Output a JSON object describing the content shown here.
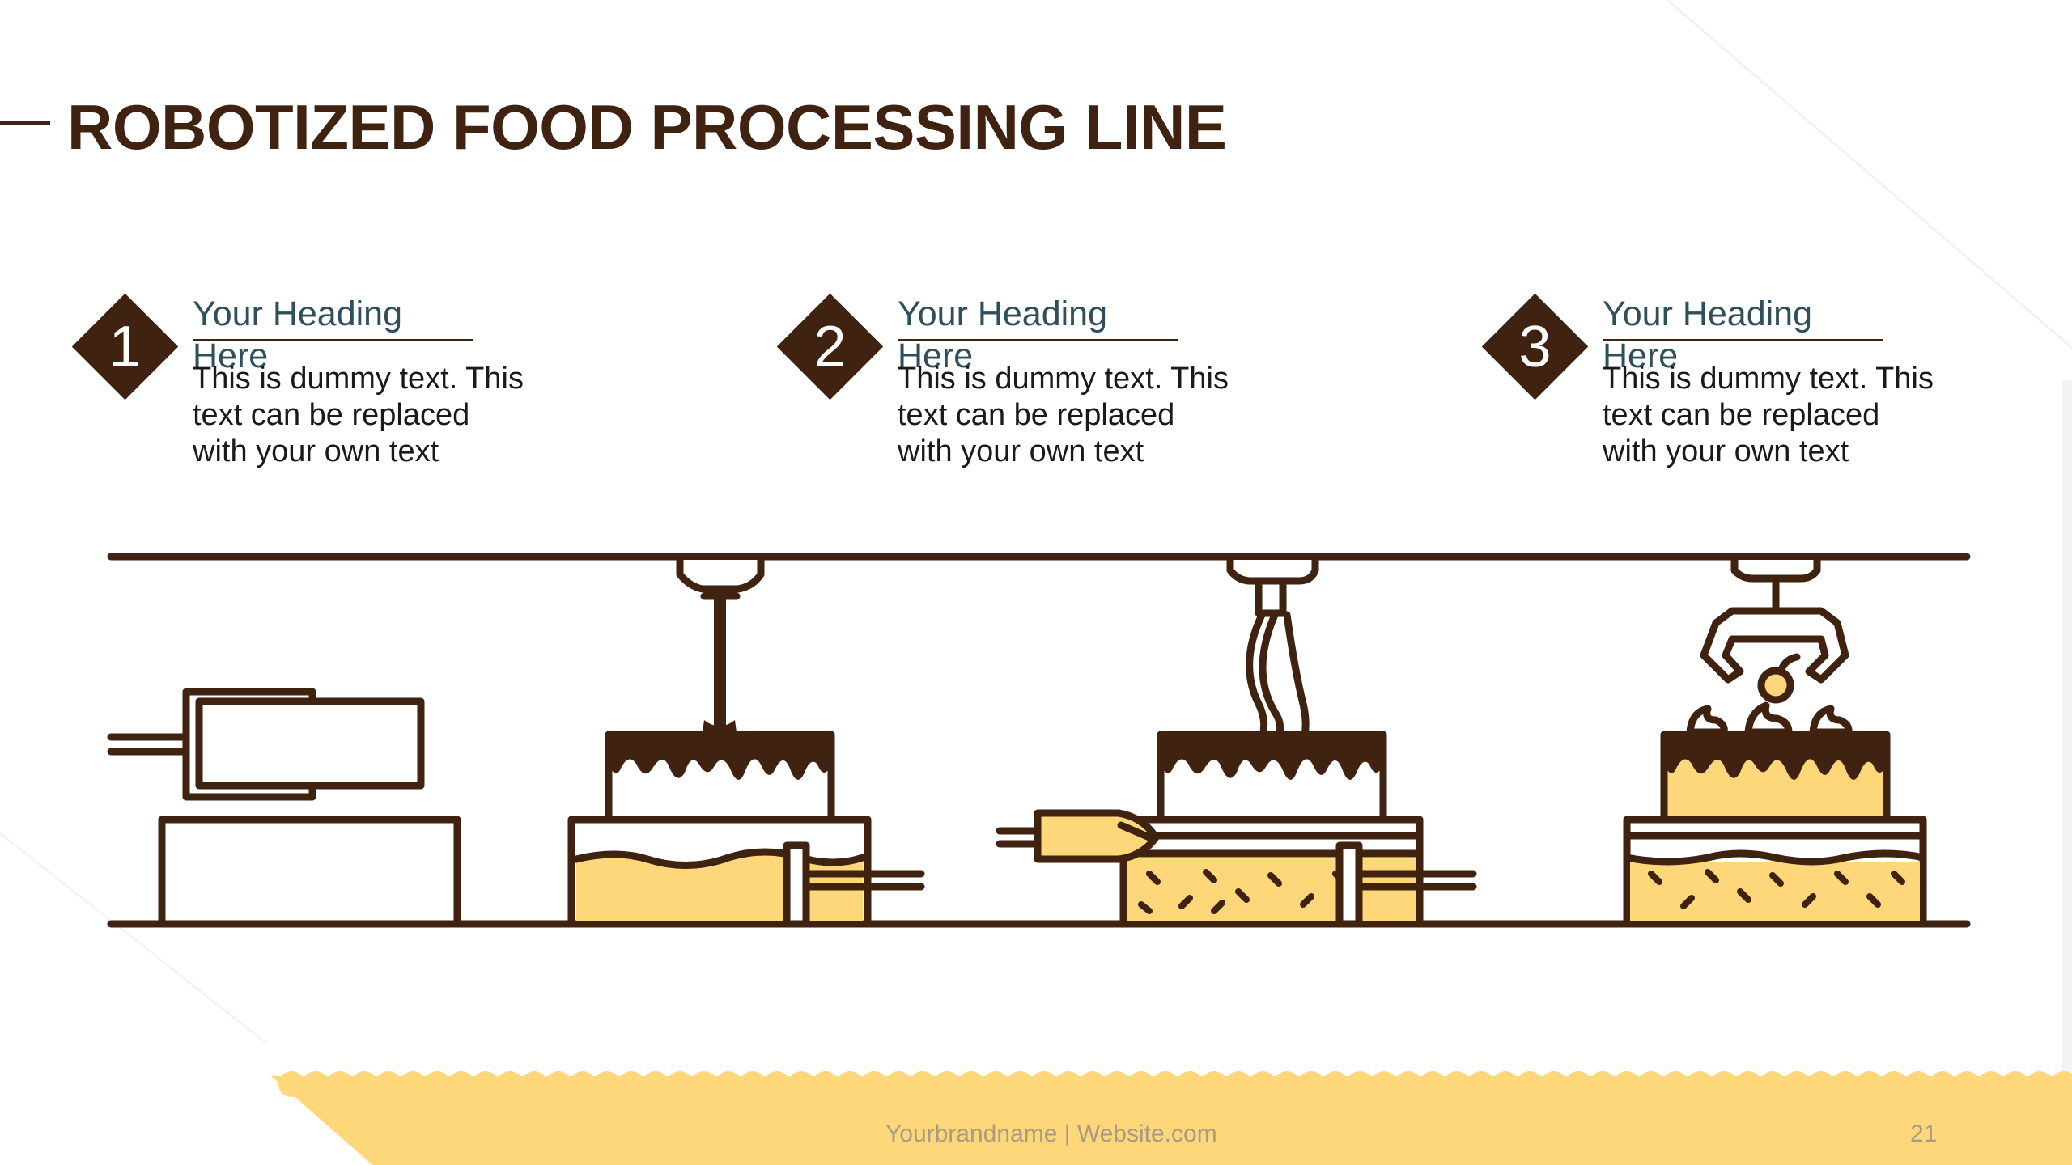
{
  "slide": {
    "title": "ROBOTIZED FOOD PROCESSING LINE",
    "steps": [
      {
        "number": "1",
        "heading": "Your Heading Here",
        "text": "This is dummy text. This text can be replaced with your own text"
      },
      {
        "number": "2",
        "heading": "Your Heading Here",
        "text": "This is dummy text. This text can be replaced with your own text"
      },
      {
        "number": "3",
        "heading": "Your Heading Here",
        "text": "This is dummy text. This text can be replaced with your own text"
      }
    ],
    "footer": {
      "brand": "Yourbrandname | Website.com",
      "page_number": "21"
    }
  },
  "colors": {
    "brown": "#3f220f",
    "yellow": "#fdd77a",
    "heading_teal": "#2f4f5d",
    "footer_text": "#a99a84"
  },
  "icons": [
    "number-diamond",
    "conveyor-line",
    "piston-pusher",
    "chocolate-pour-nozzle",
    "cake-layer",
    "cream-injector",
    "robot-gripper",
    "cherry-topping"
  ]
}
